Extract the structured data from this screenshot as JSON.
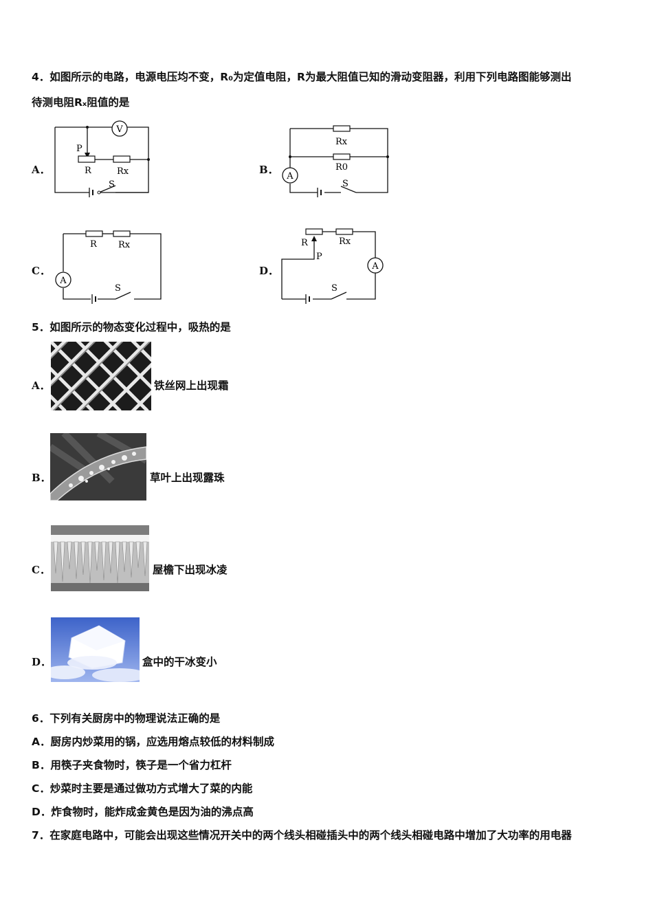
{
  "q4": {
    "line1": "4．如图所示的电路，电源电压均不变，R₀为定值电阻，R为最大阻值已知的滑动变阻器，利用下列电路图能够测出",
    "line2": "待测电阻Rₓ阻值的是",
    "options": [
      "A．",
      "B．",
      "C．",
      "D．"
    ],
    "labels": {
      "V": "V",
      "A": "A",
      "P": "P",
      "R": "R",
      "Rx": "Rx",
      "R0": "R0",
      "S": "S"
    }
  },
  "q5": {
    "stem": "5．如图所示的物态变化过程中，吸热的是",
    "options": [
      {
        "letter": "A．",
        "caption": "铁丝网上出现霜"
      },
      {
        "letter": "B．",
        "caption": "草叶上出现露珠"
      },
      {
        "letter": "C．",
        "caption": "屋檐下出现冰凌"
      },
      {
        "letter": "D．",
        "caption": "盒中的干冰变小"
      }
    ]
  },
  "q6": {
    "stem": "6．下列有关厨房中的物理说法正确的是",
    "options": [
      "A．厨房内炒菜用的锅，应选用熔点较低的材料制成",
      "B．用筷子夹食物时，筷子是一个省力杠杆",
      "C．炒菜时主要是通过做功方式增大了菜的内能",
      "D．炸食物时，能炸成金黄色是因为油的沸点高"
    ]
  },
  "q7": {
    "stem": "7．在家庭电路中，可能会出现这些情况开关中的两个线头相碰插头中的两个线头相碰电路中增加了大功率的用电器"
  }
}
